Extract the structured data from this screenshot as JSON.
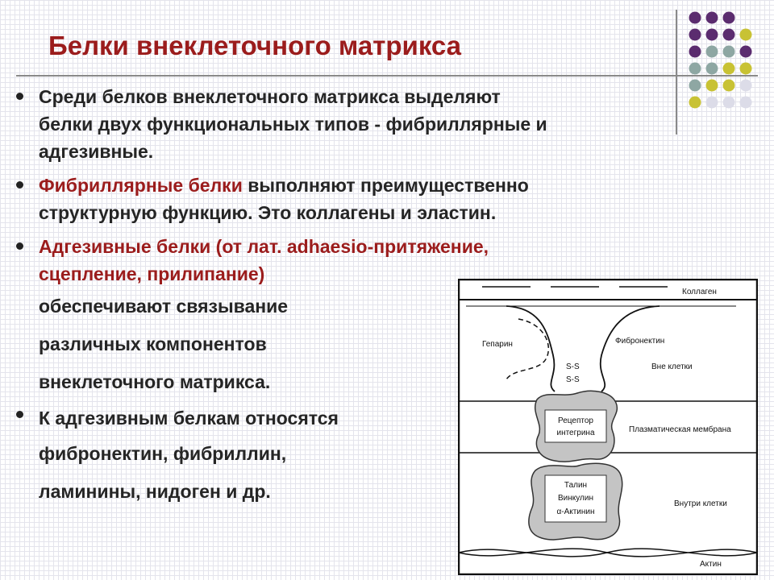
{
  "slide": {
    "title": "Белки внеклеточного матрикса",
    "accent_color": "#9b1c1c",
    "dot_colors": [
      "#5b2c6f",
      "#8ea7a3",
      "#c8c234",
      "#dcdce8"
    ]
  },
  "bullets": {
    "b1": {
      "line1": "Среди белков внеклеточного матрикса  выделяют",
      "line2": "белки двух функциональных типов  - фибриллярные и",
      "line3": "адгезивные."
    },
    "b2": {
      "highlight": "Фибриллярные белки",
      "line1_rest": " выполняют преимущественно",
      "line2": "структурную функцию. Это коллагены и эластин."
    },
    "b3": {
      "highlight1": "Адгезивные белки (от лат. adhaesio-притяжение,",
      "highlight2": "сцепление, прилипание)",
      "line3": "обеспечивают связывание",
      "line4": "различных компонентов",
      "line5": "внеклеточного матрикса."
    },
    "b4": {
      "line1": "К адгезивным белкам относятся",
      "line2": "фибронектин, фибриллин,",
      "line3": "ламинины, нидоген и др."
    }
  },
  "diagram": {
    "collagen": "Коллаген",
    "heparin": "Гепарин",
    "fibronectin": "Фибронектин",
    "ss1": "S-S",
    "ss2": "S-S",
    "outside": "Вне клетки",
    "receptor1": "Рецептор",
    "receptor2": "интегрина",
    "membrane": "Плазматическая мембрана",
    "talin": "Талин",
    "vinculin": "Винкулин",
    "actinin": "α-Актинин",
    "inside": "Внутри клетки",
    "actin": "Актин"
  }
}
